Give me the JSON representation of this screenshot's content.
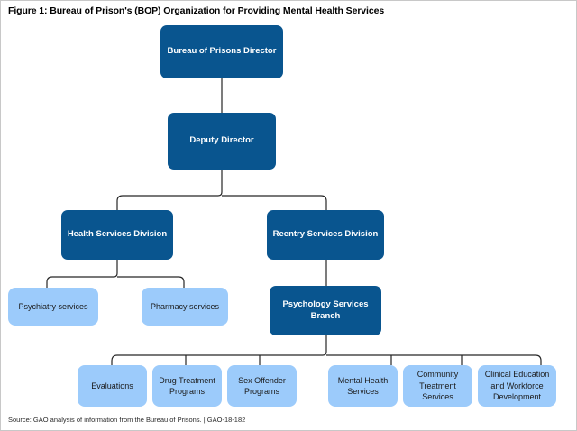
{
  "figure": {
    "title": "Figure 1: Bureau of Prison's (BOP) Organization for Providing Mental Health Services",
    "source": "Source: GAO analysis of information from the Bureau of Prisons.  |  GAO-18-182"
  },
  "colors": {
    "dark_blue": "#09558f",
    "light_blue": "#9ccbfb",
    "connector": "#262626",
    "dark_text": "#1a1a1a",
    "light_text": "#ffffff",
    "page_border": "#c8c8c8",
    "background": "#ffffff"
  },
  "chart_data": {
    "type": "diagram",
    "subtype": "organization-chart",
    "title": "Figure 1: Bureau of Prison's (BOP) Organization for Providing Mental Health Services",
    "levels": 5,
    "nodes": [
      {
        "id": "bop-director",
        "label": "Bureau of Prisons Director",
        "level": 0,
        "style": "dark",
        "parent": null
      },
      {
        "id": "deputy-director",
        "label": "Deputy Director",
        "level": 1,
        "style": "dark",
        "parent": "bop-director"
      },
      {
        "id": "health-services-division",
        "label": "Health Services Division",
        "level": 2,
        "style": "dark",
        "parent": "deputy-director"
      },
      {
        "id": "reentry-services-division",
        "label": "Reentry Services Division",
        "level": 2,
        "style": "dark",
        "parent": "deputy-director"
      },
      {
        "id": "psychiatry-services",
        "label": "Psychiatry services",
        "level": 3,
        "style": "light",
        "parent": "health-services-division"
      },
      {
        "id": "pharmacy-services",
        "label": "Pharmacy services",
        "level": 3,
        "style": "light",
        "parent": "health-services-division"
      },
      {
        "id": "psychology-services-branch",
        "label": "Psychology Services Branch",
        "level": 3,
        "style": "dark",
        "parent": "reentry-services-division"
      },
      {
        "id": "evaluations",
        "label": "Evaluations",
        "level": 4,
        "style": "light",
        "parent": "psychology-services-branch"
      },
      {
        "id": "drug-treatment-programs",
        "label": "Drug Treatment Programs",
        "level": 4,
        "style": "light",
        "parent": "psychology-services-branch"
      },
      {
        "id": "sex-offender-programs",
        "label": "Sex Offender Programs",
        "level": 4,
        "style": "light",
        "parent": "psychology-services-branch"
      },
      {
        "id": "mental-health-services",
        "label": "Mental Health Services",
        "level": 4,
        "style": "light",
        "parent": "psychology-services-branch"
      },
      {
        "id": "community-treatment-services",
        "label": "Community Treatment Services",
        "level": 4,
        "style": "light",
        "parent": "psychology-services-branch"
      },
      {
        "id": "clinical-education-workforce",
        "label": "Clinical Education and Workforce Development",
        "level": 4,
        "style": "light",
        "parent": "psychology-services-branch"
      }
    ],
    "edges": [
      {
        "from": "bop-director",
        "to": "deputy-director"
      },
      {
        "from": "deputy-director",
        "to": "health-services-division"
      },
      {
        "from": "deputy-director",
        "to": "reentry-services-division"
      },
      {
        "from": "health-services-division",
        "to": "psychiatry-services"
      },
      {
        "from": "health-services-division",
        "to": "pharmacy-services"
      },
      {
        "from": "reentry-services-division",
        "to": "psychology-services-branch"
      },
      {
        "from": "psychology-services-branch",
        "to": "evaluations"
      },
      {
        "from": "psychology-services-branch",
        "to": "drug-treatment-programs"
      },
      {
        "from": "psychology-services-branch",
        "to": "sex-offender-programs"
      },
      {
        "from": "psychology-services-branch",
        "to": "mental-health-services"
      },
      {
        "from": "psychology-services-branch",
        "to": "community-treatment-services"
      },
      {
        "from": "psychology-services-branch",
        "to": "clinical-education-workforce"
      }
    ],
    "source": "Source: GAO analysis of information from the Bureau of Prisons.  |  GAO-18-182"
  }
}
